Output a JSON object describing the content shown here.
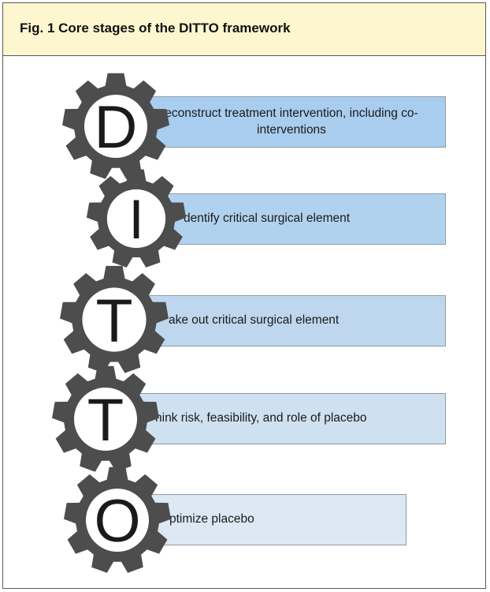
{
  "figure": {
    "title": "Fig. 1 Core stages of the DITTO framework"
  },
  "stages": [
    {
      "letter": "D",
      "text": "econstruct treatment intervention, including co-interventions",
      "color": "#a9cdee"
    },
    {
      "letter": "I",
      "text": "dentify critical surgical element",
      "color": "#b1d2ef"
    },
    {
      "letter": "T",
      "text": "ake out critical surgical element",
      "color": "#bed7ef"
    },
    {
      "letter": "T",
      "text": "hink risk, feasibility, and role of placebo",
      "color": "#cfe0f1"
    },
    {
      "letter": "O",
      "text": "ptimize placebo",
      "color": "#dce8f4"
    }
  ],
  "gear_color": "#4d4d4d"
}
